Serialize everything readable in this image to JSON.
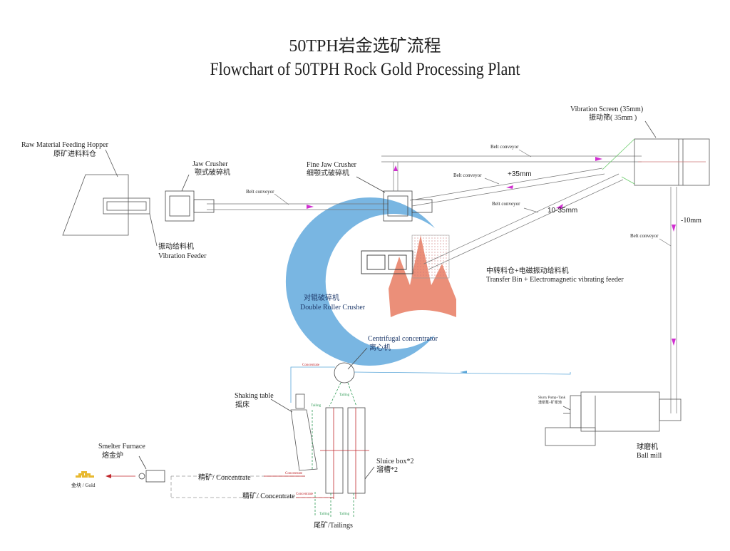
{
  "title": {
    "cn": "50TPH岩金选矿流程",
    "en": "Flowchart of 50TPH Rock Gold Processing Plant"
  },
  "equipment": {
    "hopper": {
      "en": "Raw Material Feeding Hopper",
      "cn": "原矿进料料仓"
    },
    "feeder": {
      "cn": "振动给料机",
      "en": "Vibration  Feeder"
    },
    "jaw": {
      "en": "Jaw Crusher",
      "cn": "颚式破碎机"
    },
    "fine_jaw": {
      "en": "Fine Jaw Crusher",
      "cn": "细颚式破碎机"
    },
    "screen": {
      "en": "Vibration Screen (35mm)",
      "cn": "振动筛( 35mm )"
    },
    "transfer": {
      "cn": "中转料仓+电磁振动给料机",
      "en": "Transfer Bin + Electromagnetic vibrating feeder"
    },
    "roller": {
      "cn": "对辊破碎机",
      "en": "Double Roller Crusher"
    },
    "centrifugal": {
      "en": "Centrifugal concentrator",
      "cn": "离心机"
    },
    "ball_mill": {
      "cn": "球磨机",
      "en": "Ball mill"
    },
    "slurry": {
      "en": "Slurry Pump+Tank",
      "cn": "渣浆泵+矿浆池"
    },
    "shaking": {
      "en": "Shaking table",
      "cn": "摇床"
    },
    "sluice": {
      "en": "Sluice box*2",
      "cn": "溜槽*2"
    },
    "smelter": {
      "en": "Smelter Furnace",
      "cn": "熔金炉"
    },
    "gold": "金块 / Gold"
  },
  "conveyors": {
    "belt": "Belt conveyor",
    "plus35": "+35mm",
    "mid": "10-35mm",
    "minus10": "-10mm"
  },
  "flows": {
    "concentrate": "Concentrate",
    "tailing": "Tailing",
    "concentrate_cn": "精矿/  Concentrate",
    "concentrate_cn2": "精矿/ Concentrate",
    "tailings": "尾矿/Tailings"
  },
  "colors": {
    "magenta": "#d12fd1",
    "blue": "#5aa6d9",
    "red": "#c0282d",
    "green": "#2e9a55",
    "orange": "#e9836a"
  }
}
